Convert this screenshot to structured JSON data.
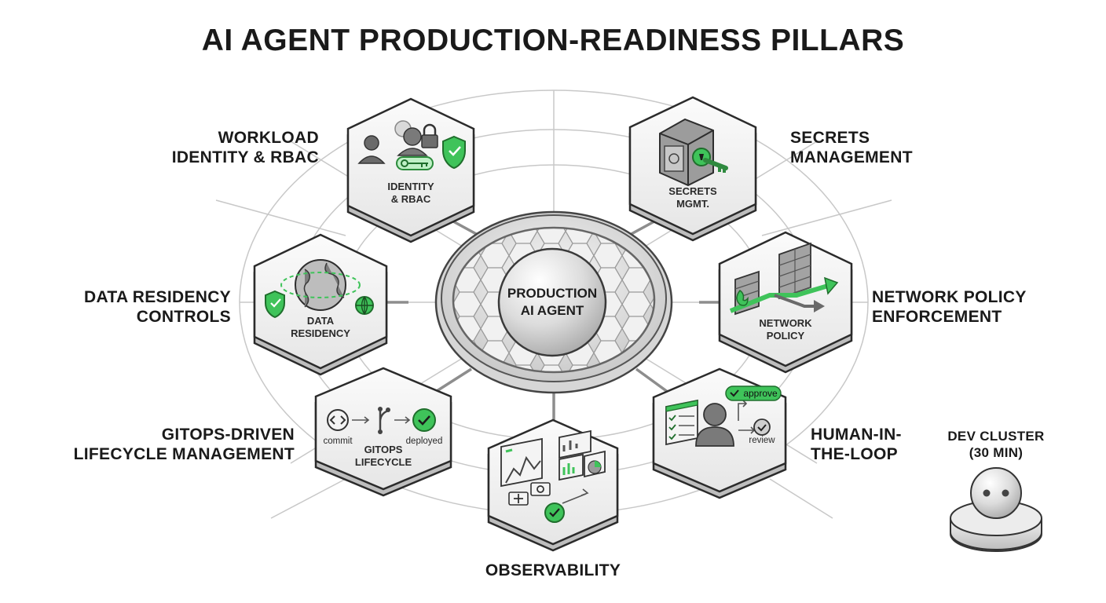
{
  "title": "AI AGENT PRODUCTION-READINESS PILLARS",
  "colors": {
    "accent": "#3fc35a",
    "accent_dark": "#1f8a33",
    "outline": "#2b2b2b",
    "hex_fill": "#e9e9e9",
    "hex_top": "#f6f6f6"
  },
  "center": {
    "line1": "PRODUCTION",
    "line2": "AI AGENT"
  },
  "pillars": {
    "identity": {
      "outer1": "WORKLOAD",
      "outer2": "IDENTITY & RBAC",
      "inner1": "IDENTITY",
      "inner2": "& RBAC",
      "icons": [
        "users-icon",
        "lock-icon",
        "key-icon",
        "shield-check-icon"
      ]
    },
    "secrets": {
      "outer1": "SECRETS",
      "outer2": "MANAGEMENT",
      "inner1": "SECRETS",
      "inner2": "MGMT.",
      "icons": [
        "vault-icon",
        "key-icon"
      ]
    },
    "data": {
      "outer1": "DATA RESIDENCY",
      "outer2": "CONTROLS",
      "inner1": "DATA",
      "inner2": "RESIDENCY",
      "icons": [
        "globe-icon",
        "shield-check-icon",
        "web-icon"
      ]
    },
    "network": {
      "outer1": "NETWORK POLICY",
      "outer2": "ENFORCEMENT",
      "inner1": "NETWORK",
      "inner2": "POLICY",
      "icons": [
        "firewall-icon",
        "arrow-icon",
        "fire-icon"
      ]
    },
    "gitops": {
      "outer1": "GITOPS-DRIVEN",
      "outer2": "LIFECYCLE MANAGEMENT",
      "inner1": "GITOPS",
      "inner2": "LIFECYCLE",
      "commit": "commit",
      "deployed": "deployed",
      "icons": [
        "code-icon",
        "branch-icon",
        "check-icon"
      ]
    },
    "hitl": {
      "outer1": "HUMAN-IN-",
      "outer2": "THE-LOOP",
      "approve": "approve",
      "review": "review",
      "icons": [
        "checklist-icon",
        "person-icon",
        "check-icon"
      ]
    },
    "observability": {
      "outer1": "OBSERVABILITY",
      "icons": [
        "line-chart-icon",
        "bar-chart-icon",
        "pie-chart-icon",
        "gear-icon",
        "check-icon"
      ]
    }
  },
  "dev_cluster": {
    "line1": "DEV CLUSTER",
    "line2": "(30 MIN)"
  }
}
